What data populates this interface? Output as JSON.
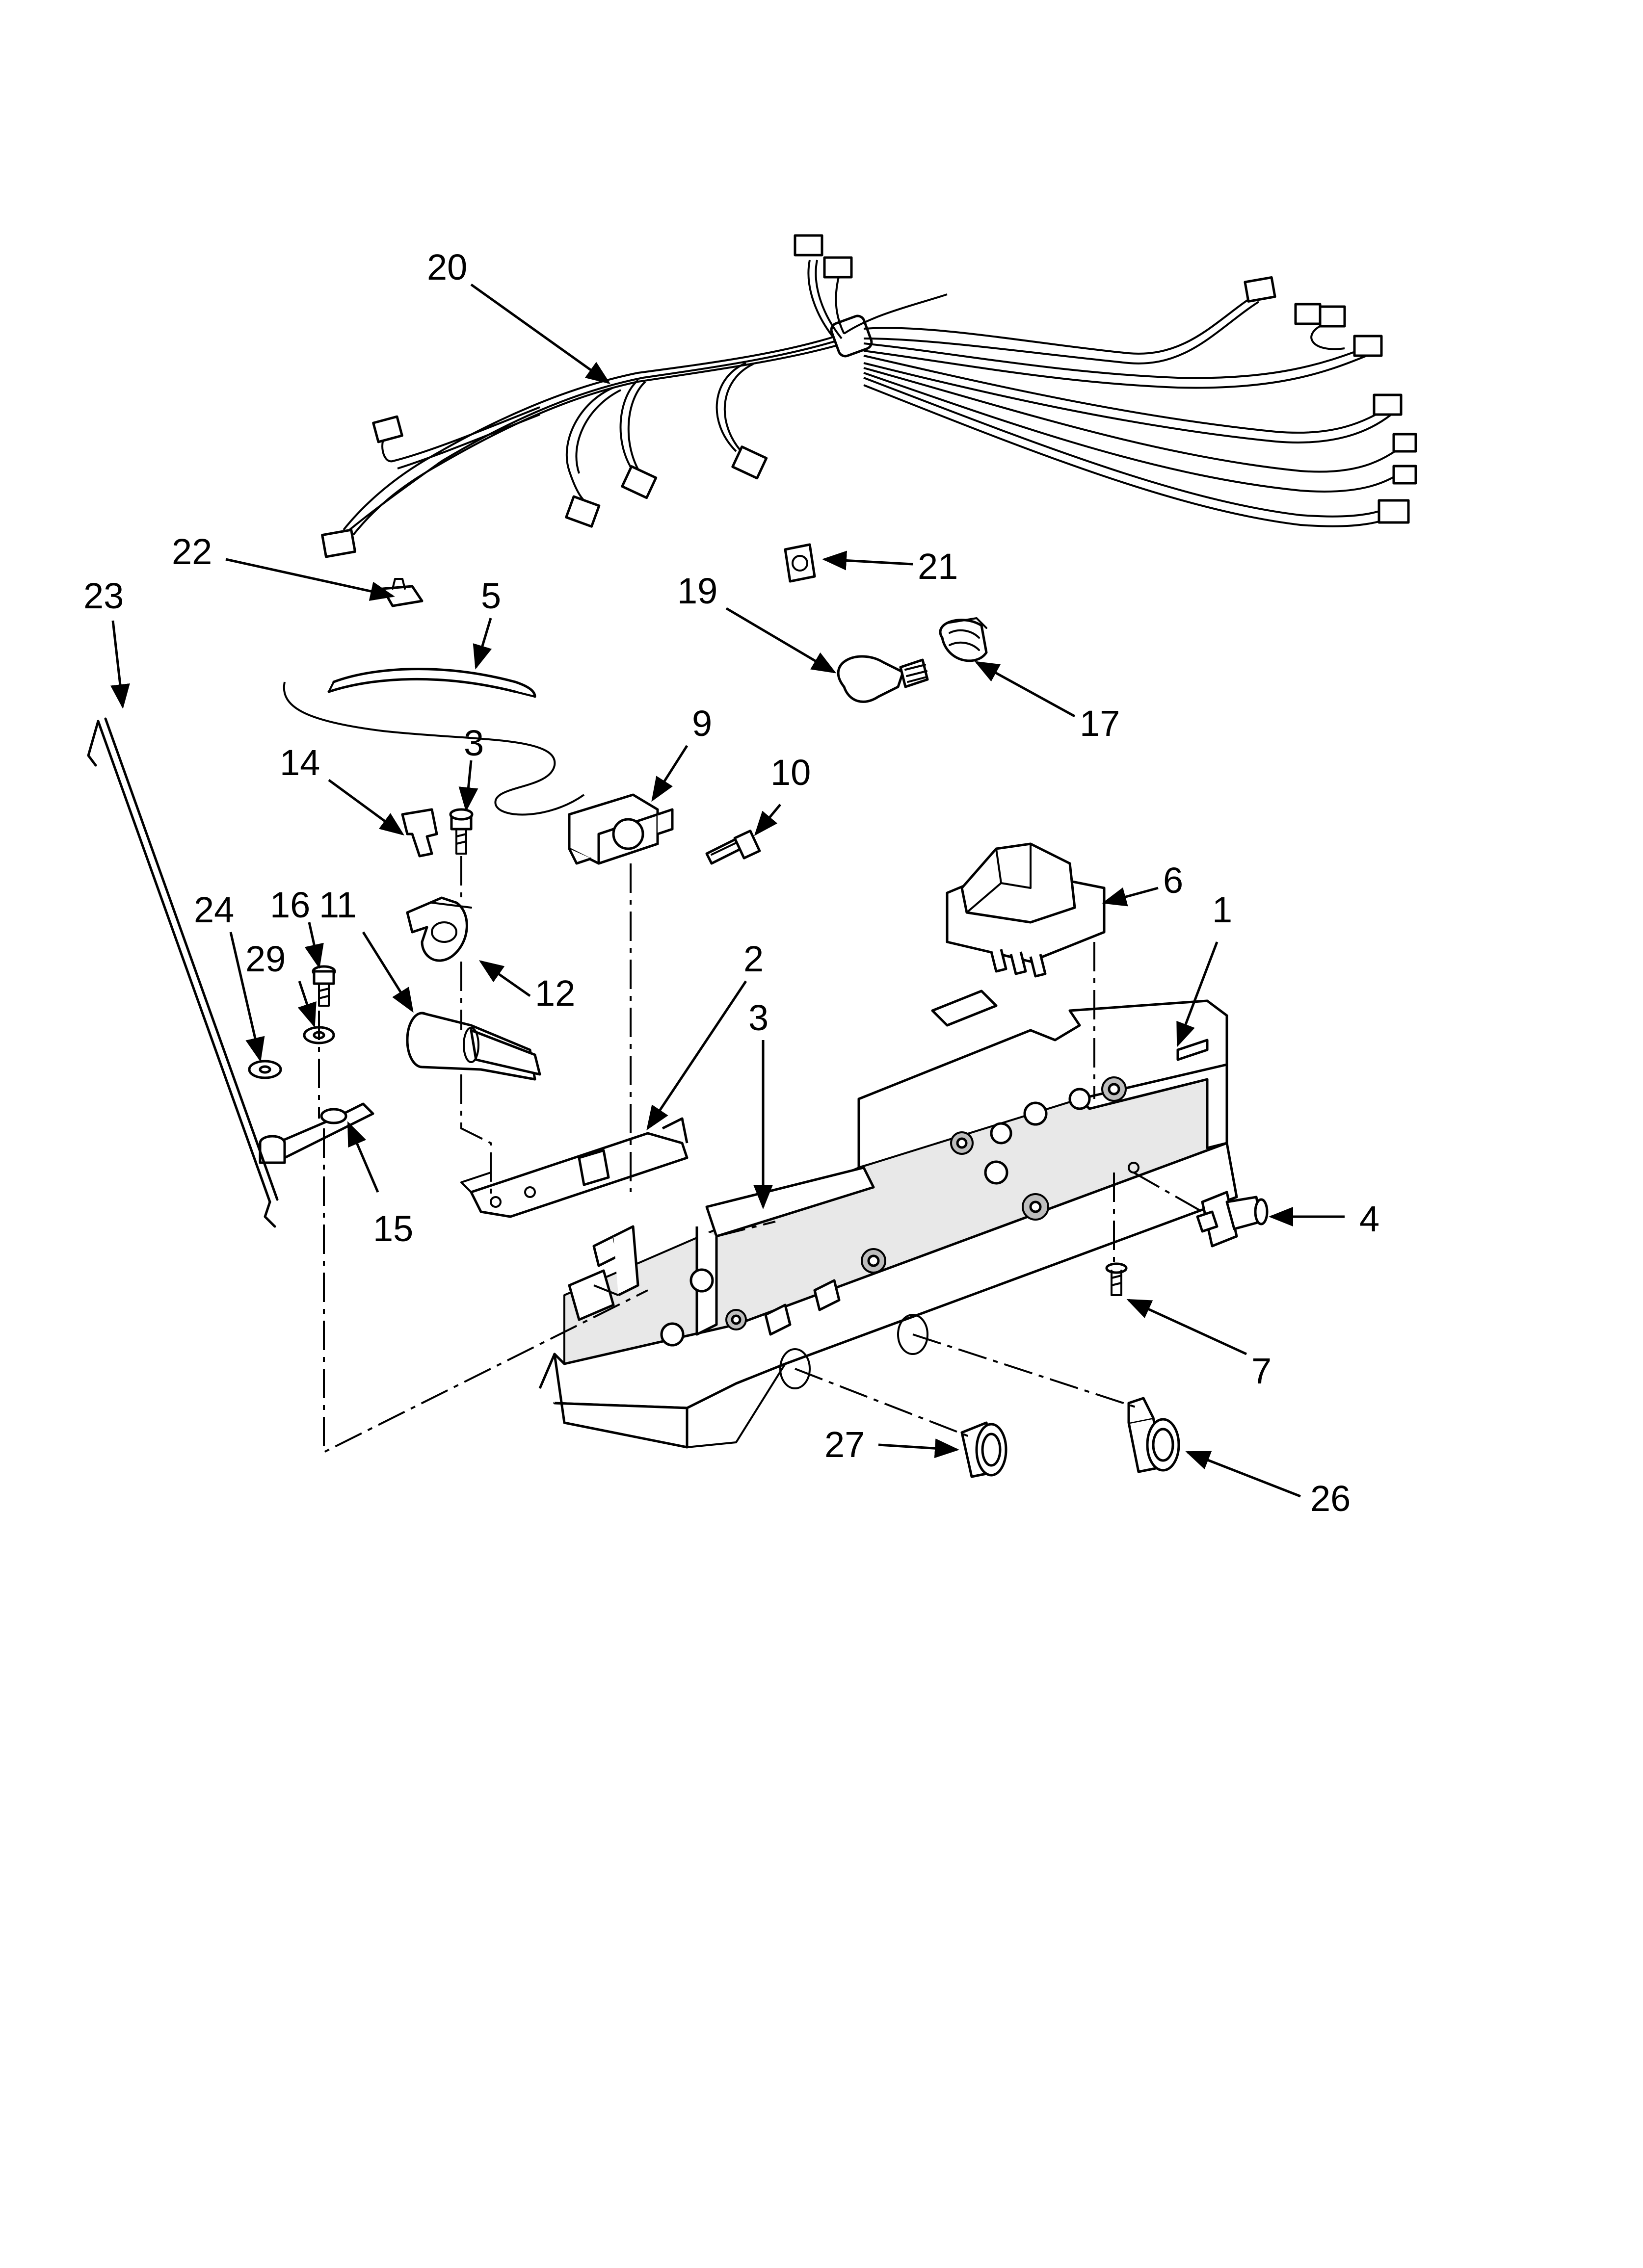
{
  "callouts": {
    "c1": "1",
    "c2": "2",
    "c3a": "3",
    "c3b": "3",
    "c4": "4",
    "c5": "5",
    "c6": "6",
    "c7": "7",
    "c9": "9",
    "c10": "10",
    "c11": "11",
    "c12": "12",
    "c14": "14",
    "c15": "15",
    "c16": "16",
    "c17": "17",
    "c19": "19",
    "c20": "20",
    "c21": "21",
    "c22": "22",
    "c23": "23",
    "c24": "24",
    "c26": "26",
    "c27": "27",
    "c29": "29"
  }
}
